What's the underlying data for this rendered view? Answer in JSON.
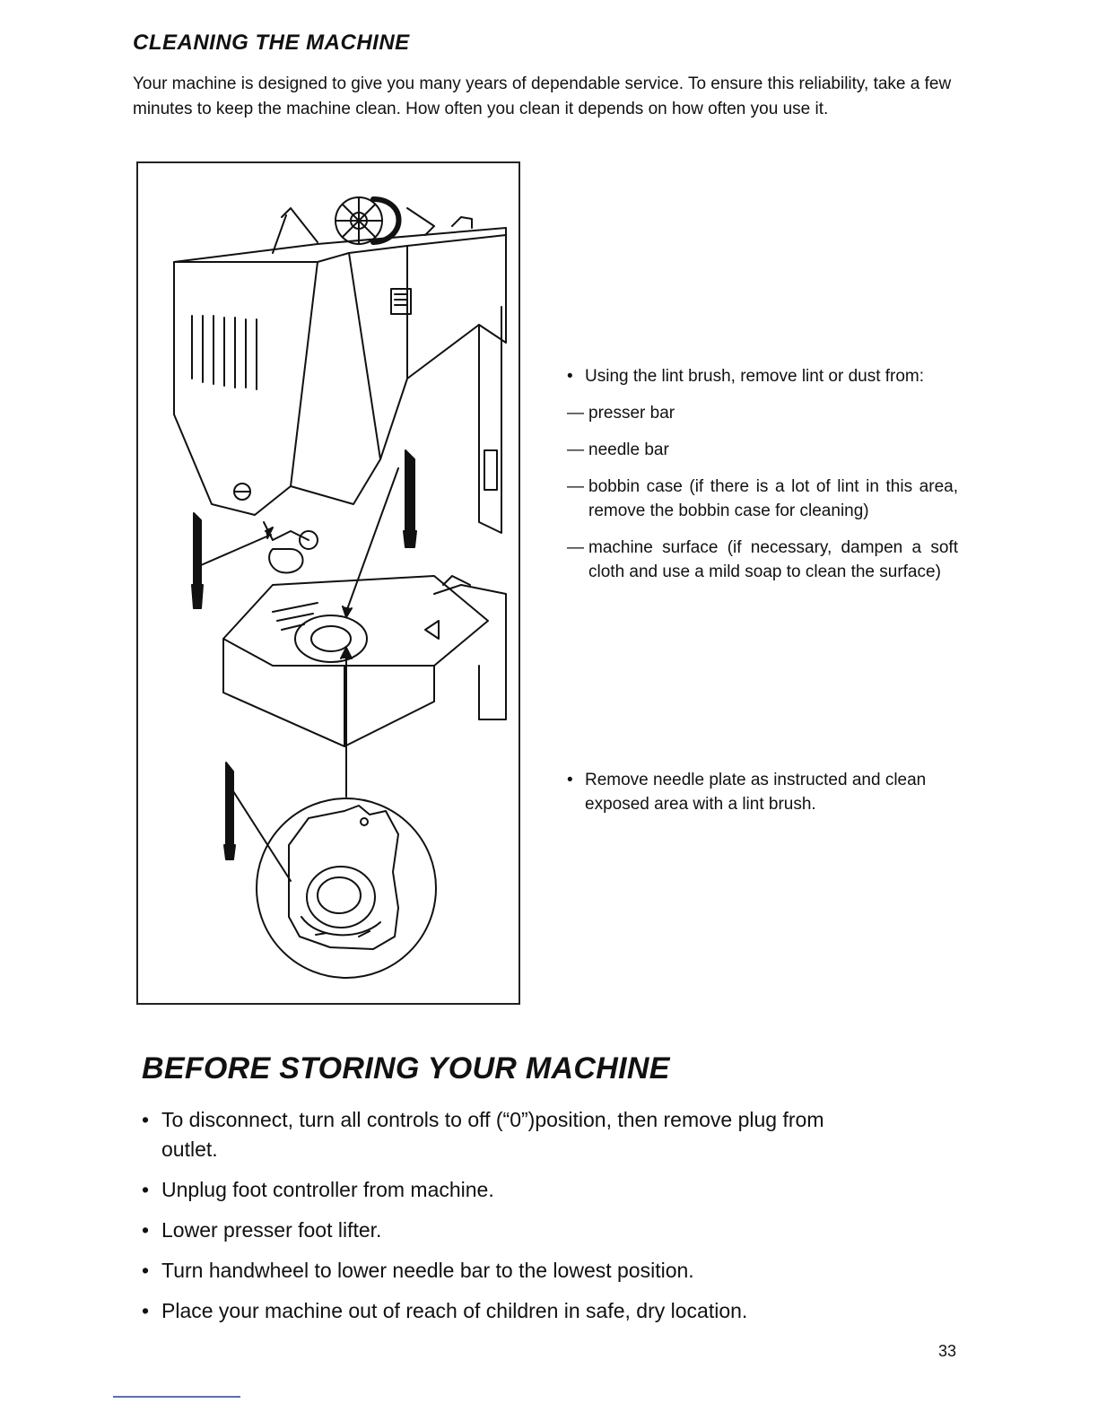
{
  "cleaning": {
    "title": "CLEANING THE MACHINE",
    "intro": "Your machine is designed to give you many years of dependable service. To ensure this reliability, take a few minutes to keep the machine clean. How often you clean it depends on how often you use it.",
    "lint_bullet": "Using the lint brush, remove lint or dust from:",
    "items": [
      "presser bar",
      "needle bar",
      "bobbin case (if there is a lot of lint in this area, remove the bobbin case for cleaning)",
      "machine surface (if necessary, dampen a soft cloth and use a mild soap to clean the surface)"
    ],
    "needle_plate_bullet": "Remove needle plate as instructed and clean exposed area with a lint brush."
  },
  "storing": {
    "title": "BEFORE STORING YOUR MACHINE",
    "items": [
      "To disconnect, turn all controls to off (“0”)position, then remove plug from outlet.",
      "Unplug foot controller from machine.",
      "Lower presser foot lifter.",
      "Turn handwheel to lower needle bar to the lowest position.",
      "Place your machine out of reach of children in safe, dry location."
    ]
  },
  "page_number": "33"
}
